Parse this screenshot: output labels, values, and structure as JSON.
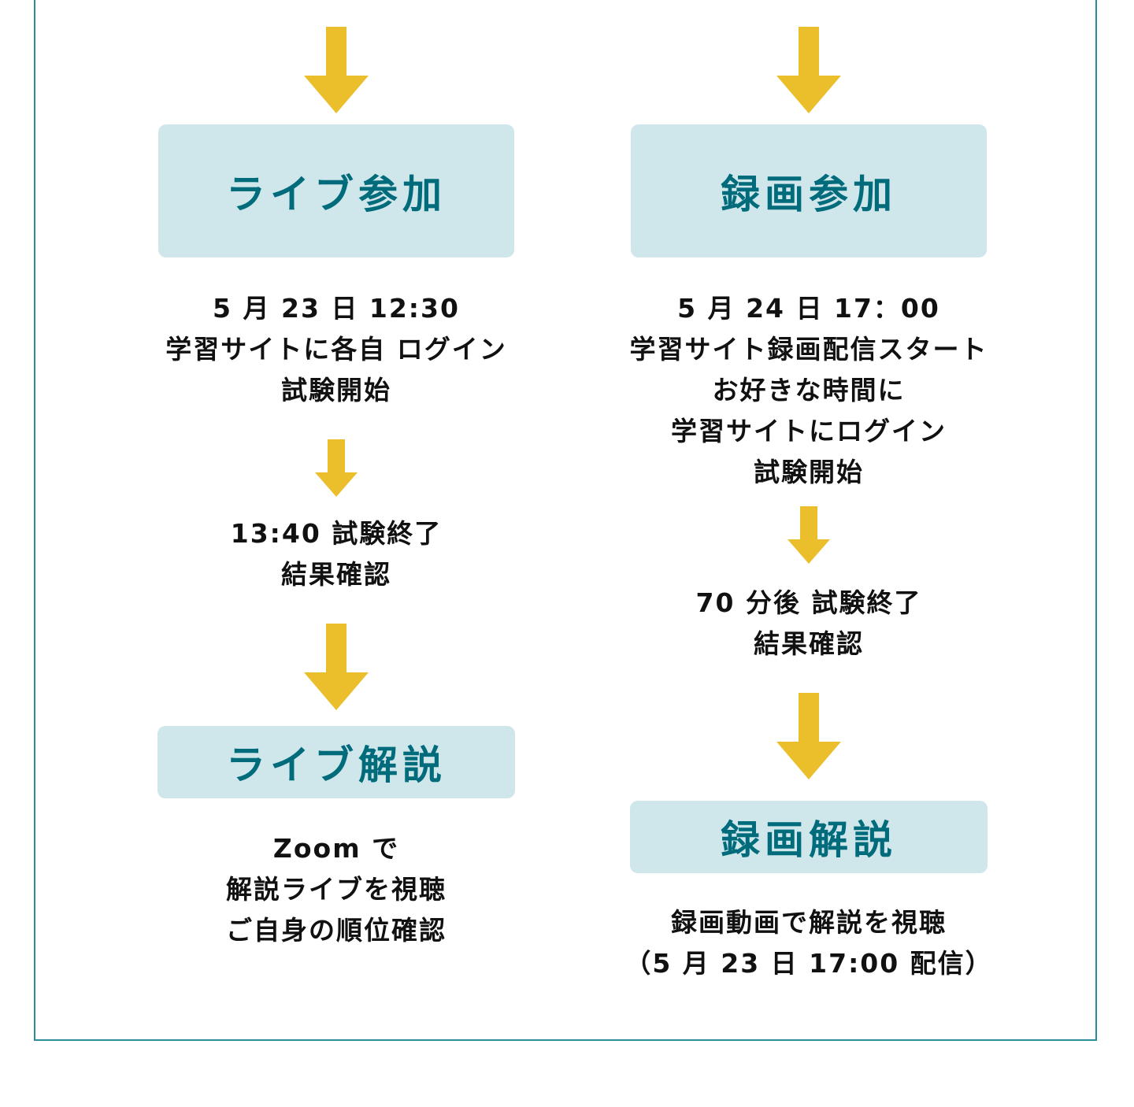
{
  "colors": {
    "accent": "#2a8d97",
    "arrow": "#ebbe2c",
    "box_bg": "#cfe6eb",
    "box_text": "#006b7b"
  },
  "left": {
    "title_top": "ライブ参加",
    "step1": [
      "5 月 23 日 12:30",
      "学習サイトに各自 ログイン",
      "試験開始"
    ],
    "step2": [
      "13:40 試験終了",
      "結果確認"
    ],
    "title_bottom": "ライブ解説",
    "step3": [
      "Zoom で",
      "解説ライブを視聴",
      "ご自身の順位確認"
    ]
  },
  "right": {
    "title_top": "録画参加",
    "step1": [
      "5 月 24 日 17：00",
      "学習サイト録画配信スタート",
      "お好きな時間に",
      "学習サイトにログイン",
      "試験開始"
    ],
    "step2": [
      "70 分後 試験終了",
      "結果確認"
    ],
    "title_bottom": "録画解説",
    "step3": [
      "録画動画で解説を視聴",
      "（5 月 23 日 17:00 配信）"
    ]
  },
  "icons": {
    "arrow": "arrow-down-icon"
  }
}
